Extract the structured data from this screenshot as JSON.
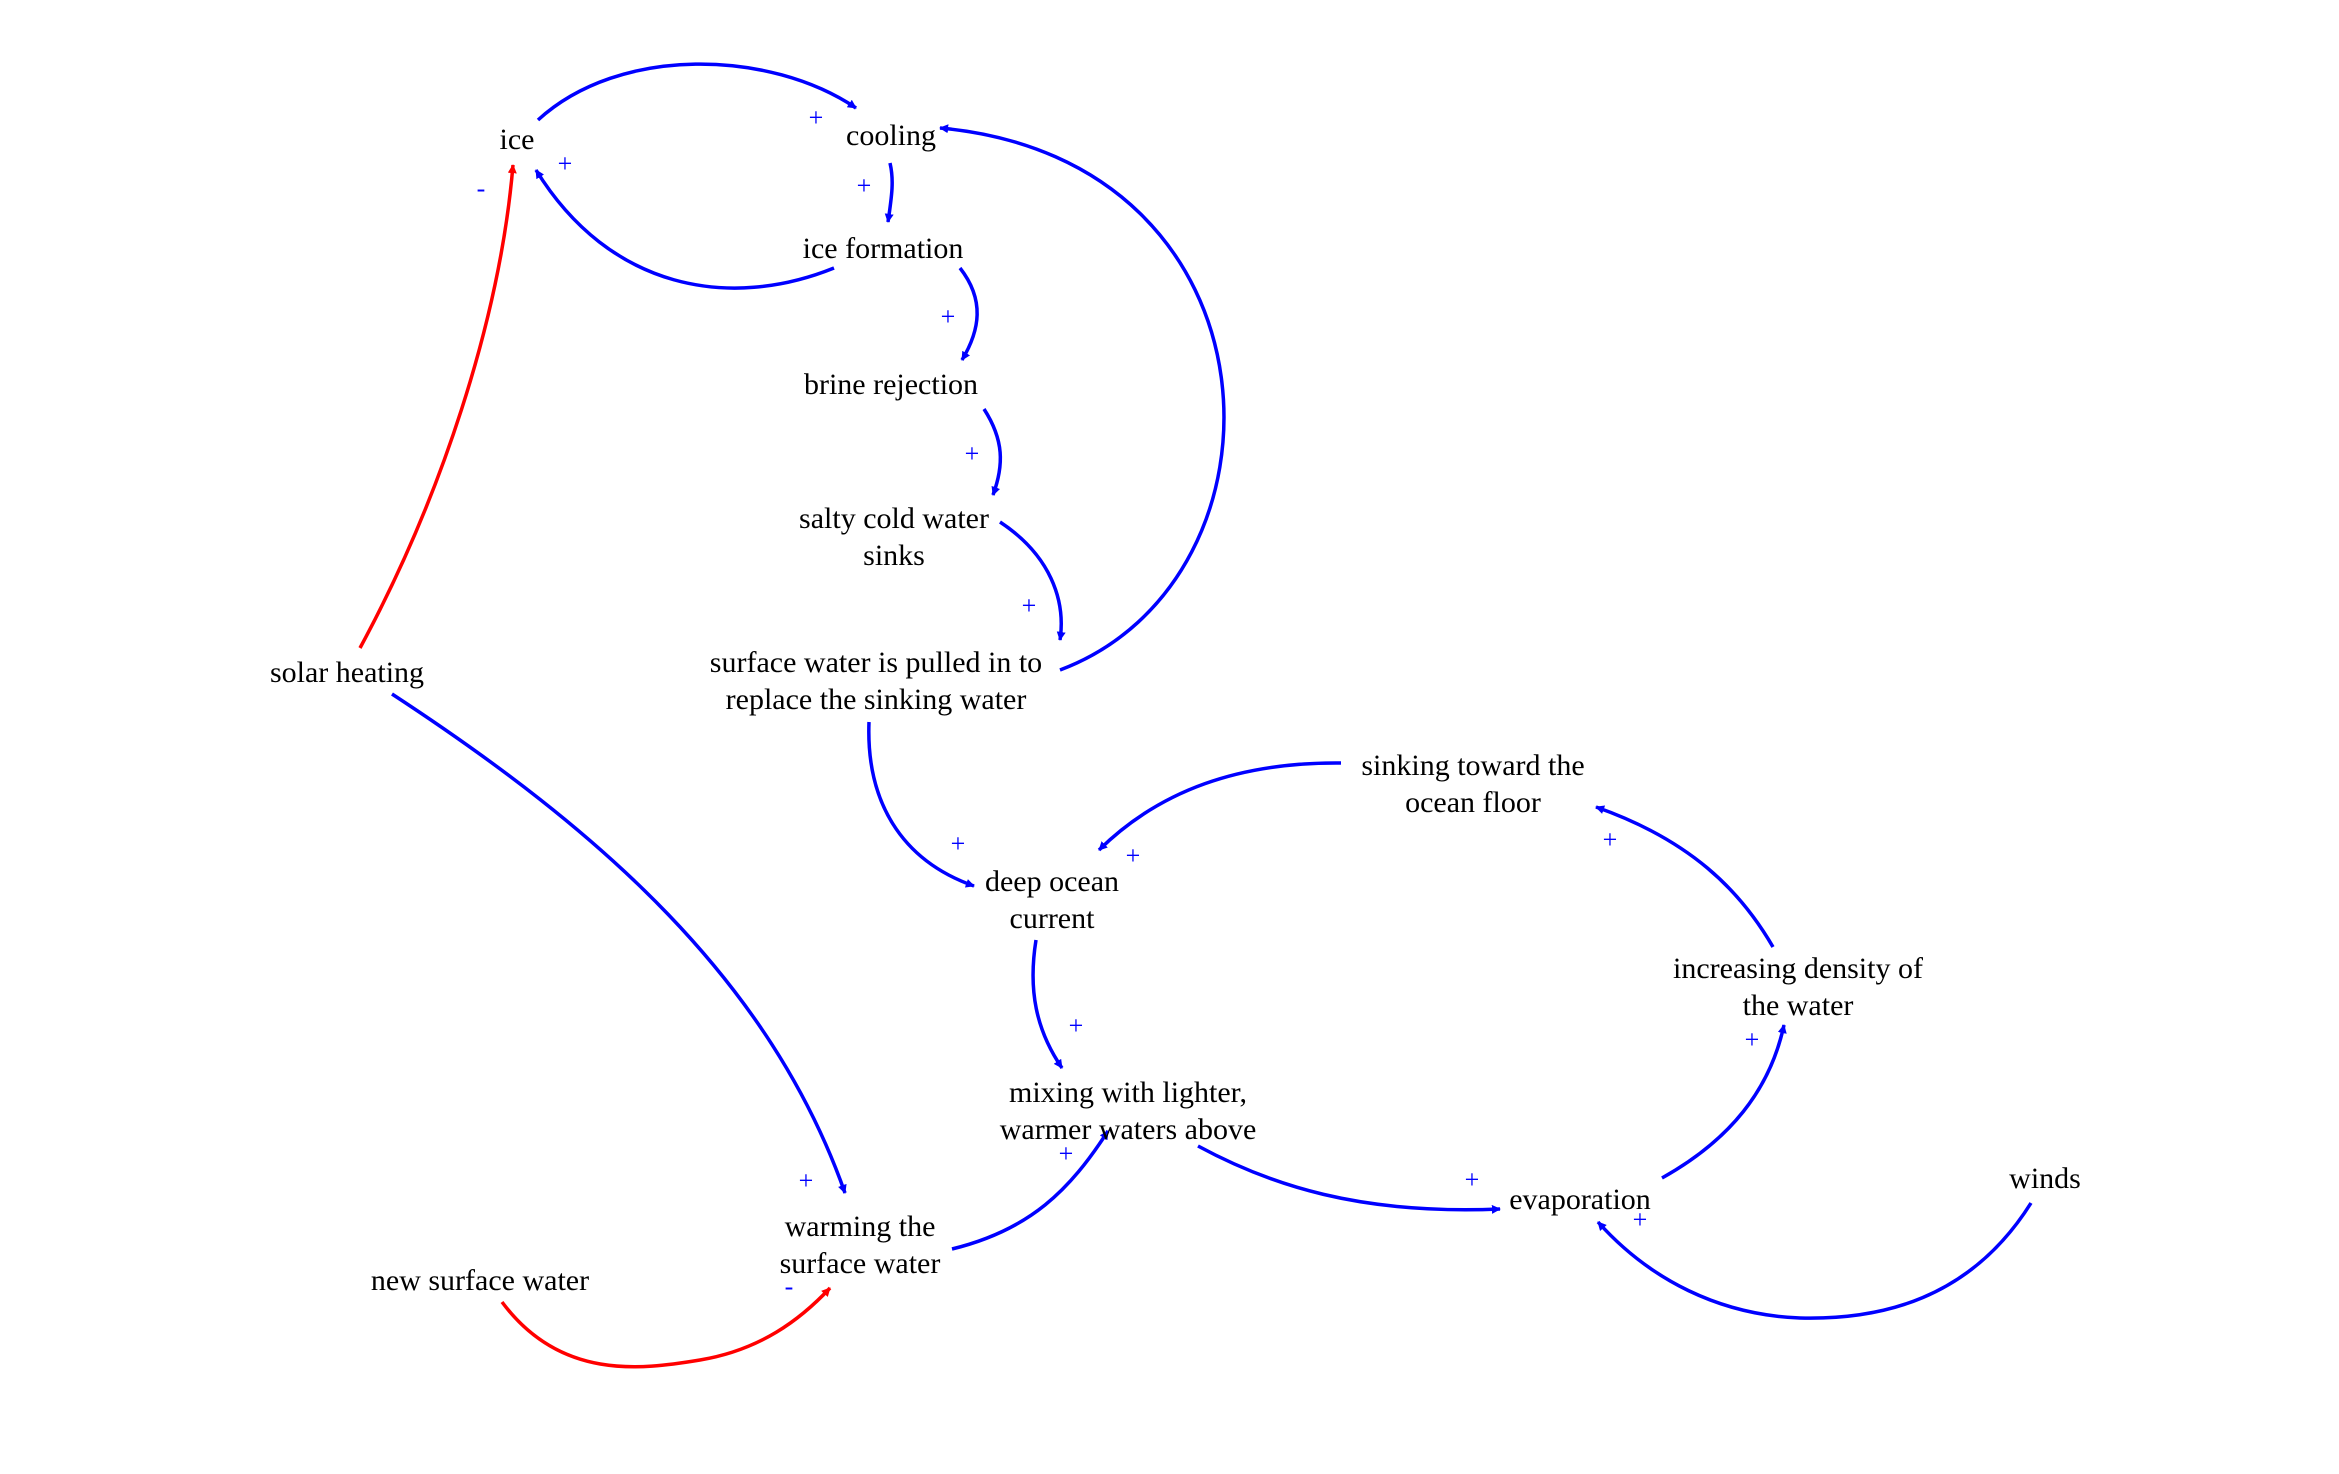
{
  "title": "Causal loop diagram: thermohaline ocean circulation",
  "colors": {
    "positive_link": "#0000ff",
    "negative_link": "#ff0000",
    "polarity_text": "#0000ff",
    "node_text": "#000000",
    "background": "#ffffff"
  },
  "nodes": [
    {
      "id": "ice",
      "lines": [
        "ice"
      ]
    },
    {
      "id": "cooling",
      "lines": [
        "cooling"
      ]
    },
    {
      "id": "ice_formation",
      "lines": [
        "ice formation"
      ]
    },
    {
      "id": "brine_rejection",
      "lines": [
        "brine rejection"
      ]
    },
    {
      "id": "salty_cold_water_sinks",
      "lines": [
        "salty cold water",
        "sinks"
      ]
    },
    {
      "id": "surface_water_pulled",
      "lines": [
        "surface water is pulled in to",
        "replace the sinking water"
      ]
    },
    {
      "id": "solar_heating",
      "lines": [
        "solar heating"
      ]
    },
    {
      "id": "sinking_toward_floor",
      "lines": [
        "sinking toward the",
        "ocean floor"
      ]
    },
    {
      "id": "deep_ocean_current",
      "lines": [
        "deep ocean",
        "current"
      ]
    },
    {
      "id": "increasing_density",
      "lines": [
        "increasing density of",
        "the water"
      ]
    },
    {
      "id": "mixing",
      "lines": [
        "mixing with lighter,",
        "warmer waters above"
      ]
    },
    {
      "id": "evaporation",
      "lines": [
        "evaporation"
      ]
    },
    {
      "id": "winds",
      "lines": [
        "winds"
      ]
    },
    {
      "id": "warming_surface_water",
      "lines": [
        "warming the",
        "surface water"
      ]
    },
    {
      "id": "new_surface_water",
      "lines": [
        "new surface water"
      ]
    }
  ],
  "links": [
    {
      "from": "ice",
      "to": "cooling",
      "polarity": "+"
    },
    {
      "from": "cooling",
      "to": "ice_formation",
      "polarity": "+"
    },
    {
      "from": "ice_formation",
      "to": "ice",
      "polarity": "+"
    },
    {
      "from": "ice_formation",
      "to": "brine_rejection",
      "polarity": "+"
    },
    {
      "from": "brine_rejection",
      "to": "salty_cold_water_sinks",
      "polarity": "+"
    },
    {
      "from": "salty_cold_water_sinks",
      "to": "surface_water_pulled",
      "polarity": "+"
    },
    {
      "from": "surface_water_pulled",
      "to": "cooling",
      "polarity": ""
    },
    {
      "from": "solar_heating",
      "to": "ice",
      "polarity": "-"
    },
    {
      "from": "solar_heating",
      "to": "warming_surface_water",
      "polarity": "+"
    },
    {
      "from": "surface_water_pulled",
      "to": "deep_ocean_current",
      "polarity": "+"
    },
    {
      "from": "sinking_toward_floor",
      "to": "deep_ocean_current",
      "polarity": "+"
    },
    {
      "from": "deep_ocean_current",
      "to": "mixing",
      "polarity": "+"
    },
    {
      "from": "warming_surface_water",
      "to": "mixing",
      "polarity": "+"
    },
    {
      "from": "mixing",
      "to": "evaporation",
      "polarity": "+"
    },
    {
      "from": "evaporation",
      "to": "increasing_density",
      "polarity": "+"
    },
    {
      "from": "increasing_density",
      "to": "sinking_toward_floor",
      "polarity": "+"
    },
    {
      "from": "winds",
      "to": "evaporation",
      "polarity": "+"
    },
    {
      "from": "new_surface_water",
      "to": "warming_surface_water",
      "polarity": "-"
    }
  ]
}
